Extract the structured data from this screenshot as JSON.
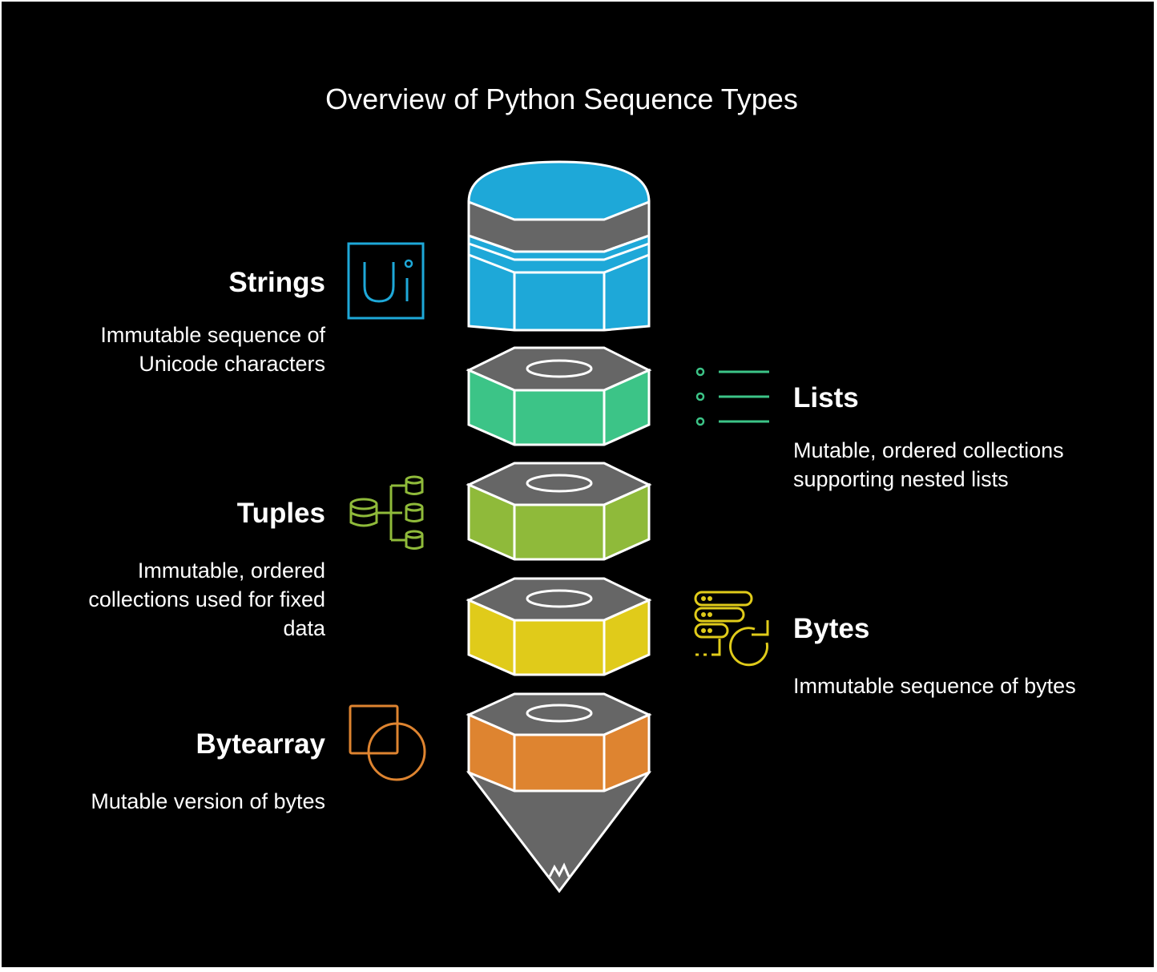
{
  "title": "Overview of Python Sequence Types",
  "colors": {
    "background": "#000000",
    "gray": "#666666",
    "outline": "#ffffff",
    "strings": "#1ea8d8",
    "lists": "#3cc487",
    "tuples": "#8fba3a",
    "bytes": "#e0cb1a",
    "bytearray": "#de8430"
  },
  "items": {
    "strings": {
      "label": "Strings",
      "description": "Immutable sequence of Unicode characters",
      "icon": "unicode-icon",
      "icon_text": "Ui"
    },
    "lists": {
      "label": "Lists",
      "description": "Mutable, ordered collections supporting nested lists",
      "icon": "list-icon"
    },
    "tuples": {
      "label": "Tuples",
      "description": "Immutable, ordered collections used for fixed data",
      "icon": "database-tree-icon"
    },
    "bytes": {
      "label": "Bytes",
      "description": "Immutable sequence of bytes",
      "icon": "server-refresh-icon"
    },
    "bytearray": {
      "label": "Bytearray",
      "description": "Mutable version of bytes",
      "icon": "shapes-overlap-icon"
    }
  }
}
